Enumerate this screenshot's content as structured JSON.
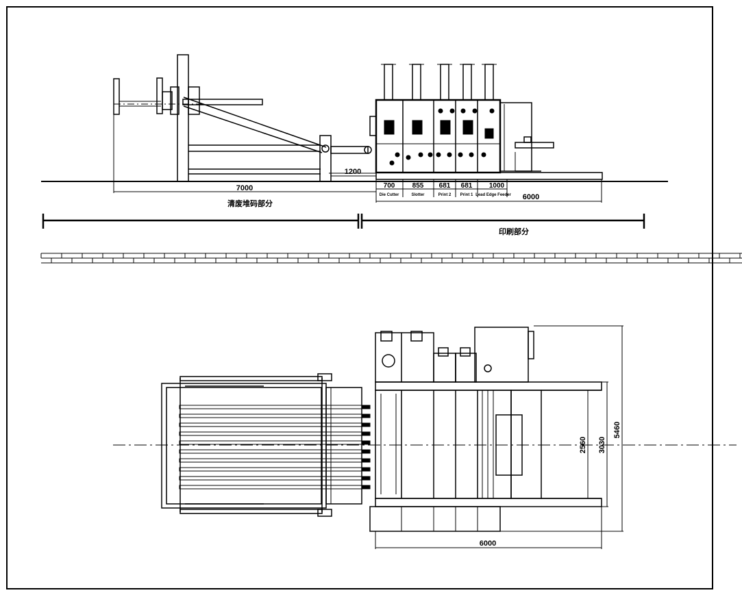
{
  "side_view": {
    "dims": {
      "stacker_length": "7000",
      "gap": "1200",
      "die_cutter": "700",
      "slotter": "855",
      "print2": "681",
      "print1": "681",
      "feeder": "1000",
      "total": "6000"
    },
    "units": {
      "die_cutter": "Die Cutter",
      "slotter": "Slotter",
      "print2": "Print 2",
      "print1": "Print 1",
      "feeder": "Lead Edge Feeder"
    },
    "sections": {
      "stacker": "清废堆码部分",
      "printing": "印刷部分"
    }
  },
  "top_view": {
    "dims": {
      "length": "6000",
      "width_inner": "2560",
      "width_mid": "3030",
      "width_outer": "5460"
    }
  }
}
